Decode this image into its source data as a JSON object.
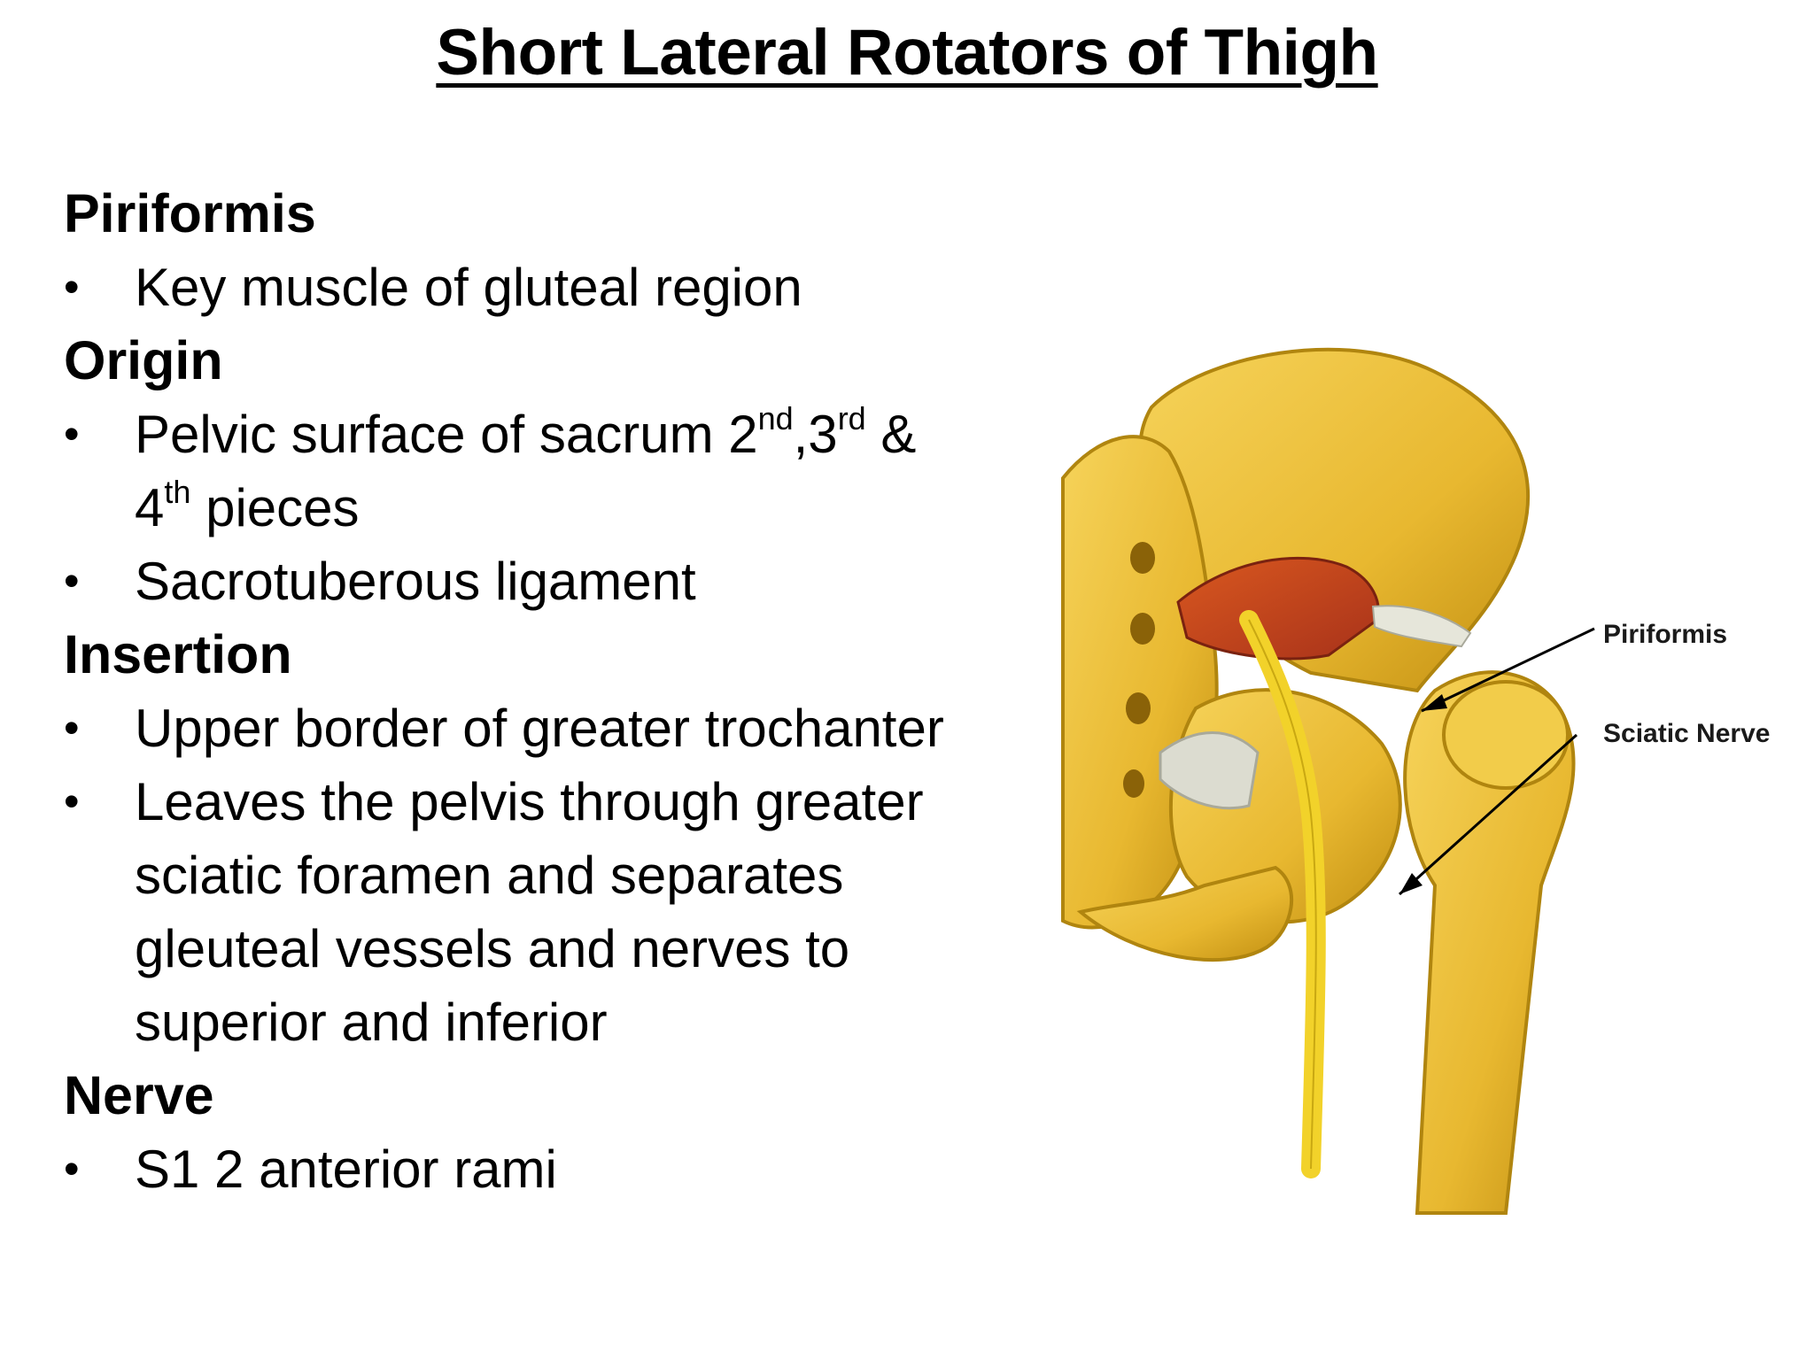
{
  "title": "Short Lateral Rotators of Thigh",
  "sections": {
    "piriformis": {
      "heading": "Piriformis",
      "bullet1": "Key muscle of gluteal region"
    },
    "origin": {
      "heading": "Origin",
      "bullet1_text": "Pelvic surface of sacrum 2",
      "bullet1_sup1": "nd",
      "bullet1_mid": ",3",
      "bullet1_sup2": "rd",
      "bullet1_end": " &",
      "bullet1_line2_num": "4",
      "bullet1_line2_sup": "th",
      "bullet1_line2_text": " pieces",
      "bullet2": "Sacrotuberous ligament"
    },
    "insertion": {
      "heading": "Insertion",
      "bullet1": "Upper border of greater trochanter",
      "bullet2": "Leaves the pelvis through greater sciatic foramen and separates gleuteal vessels and nerves to superior and inferior"
    },
    "nerve": {
      "heading": "Nerve",
      "bullet1": "S1 2 anterior rami"
    }
  },
  "bullet_symbol": "•",
  "figure": {
    "label_piriformis": "Piriformis",
    "label_sciatic": "Sciatic Nerve",
    "bone_color": "#e8b830",
    "muscle_color": "#c0431b",
    "nerve_color": "#f2d22a"
  }
}
